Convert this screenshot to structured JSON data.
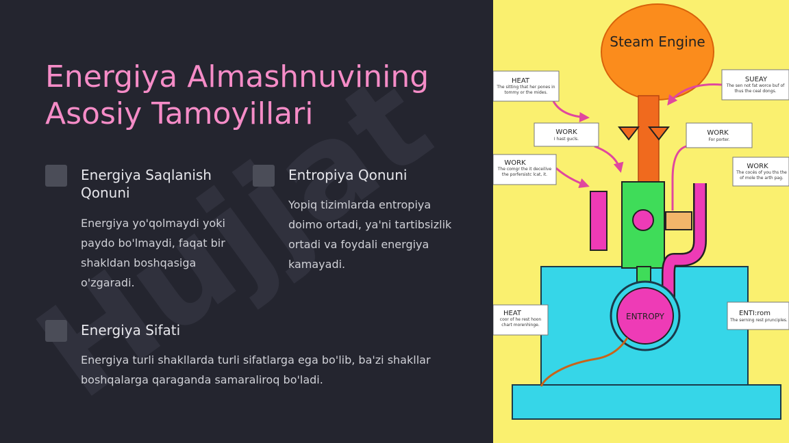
{
  "slide": {
    "title": "Energiya Almashnuvining Asosiy Tamoyillari",
    "watermark": "Hujjat",
    "points": [
      {
        "heading": "Energiya Saqlanish Qonuni",
        "text": "Energiya yo'qolmaydi yoki paydo bo'lmaydi, faqat bir shakldan boshqasiga o'zgaradi."
      },
      {
        "heading": "Entropiya Qonuni",
        "text": "Yopiq tizimlarda entropiya doimo ortadi, ya'ni tartibsizlik ortadi va foydali energiya kamayadi."
      },
      {
        "heading": "Energiya Sifati",
        "text": "Energiya turli shakllarda turli sifatlarga ega bo'lib, ba'zi shakllar boshqalarga qaraganda samaraliroq bo'ladi."
      }
    ]
  },
  "diagram": {
    "title": "Steam Engine",
    "entropy": "ENTROPY",
    "labels": [
      {
        "title": "HEAT",
        "body": "The sitting that her pones in tommy or the mides."
      },
      {
        "title": "SUEAY",
        "body": "The sen not fat worce buf of thus the ceal dongs."
      },
      {
        "title": "WORK",
        "body": "I hast gucls."
      },
      {
        "title": "WORK",
        "body": "For porter."
      },
      {
        "title": "WORK",
        "body": "The comgr the it deceilive the porfersistc lcat, it."
      },
      {
        "title": "WORK",
        "body": "The cocés of you ths the of mole the arth pag."
      },
      {
        "title": "HEAT",
        "body": "coor of he rest hoon chart morenhinge."
      },
      {
        "title": "ENTI:rom",
        "body": "The serning rest prunciples."
      }
    ]
  },
  "colors": {
    "background": "#24252f",
    "title": "#f58cc7",
    "bullet": "#4b4d58",
    "panel": "#faf06f",
    "boiler": "#fb8c1c",
    "green": "#3fdc59",
    "magenta": "#ee3bb6",
    "water": "#36d6e8"
  }
}
